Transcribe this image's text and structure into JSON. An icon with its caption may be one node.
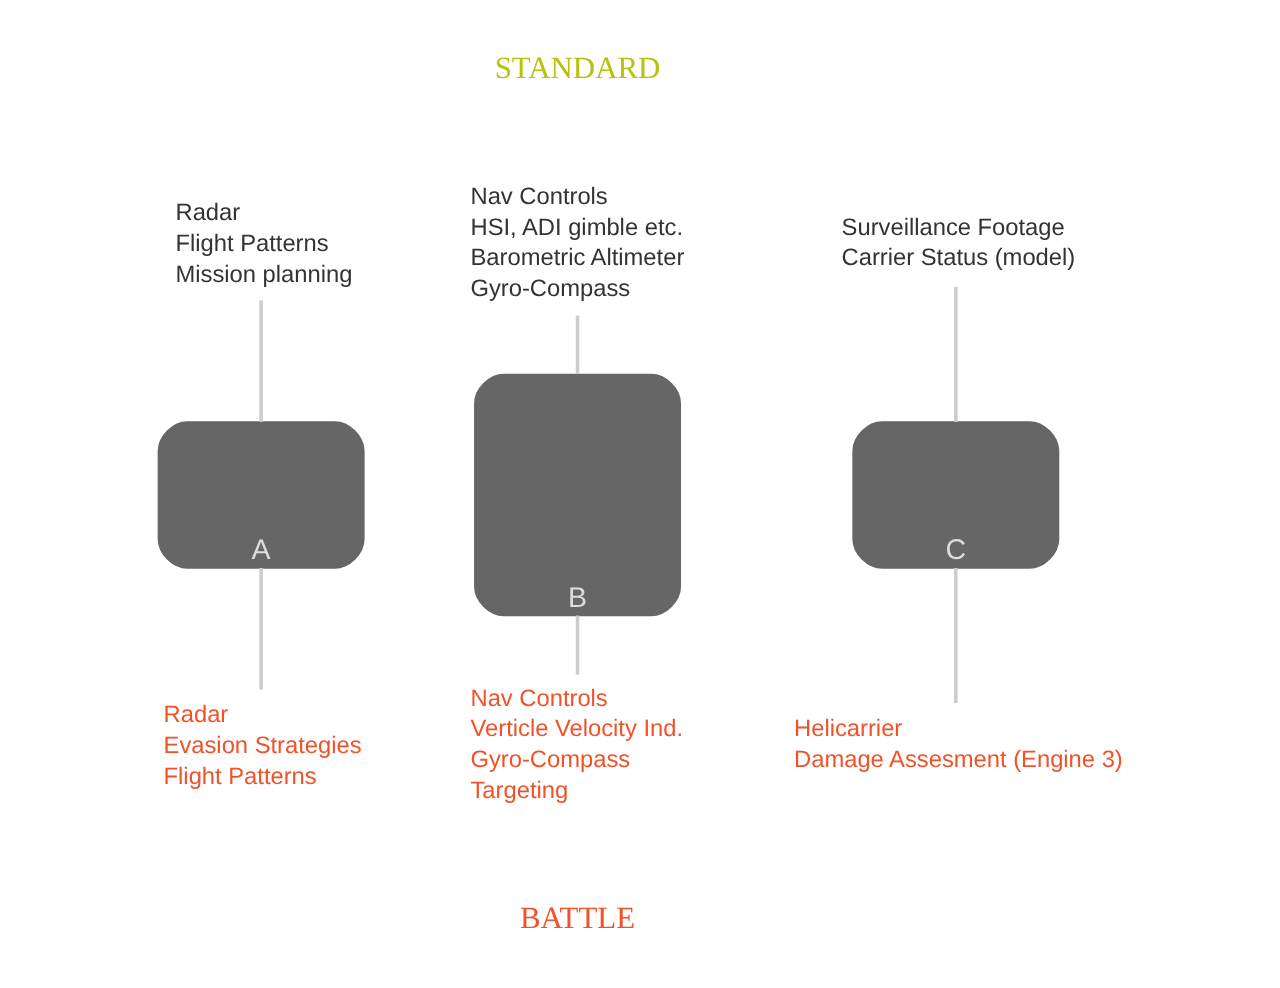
{
  "diagram": {
    "nodes": [
      {
        "text": [
          "Radar",
          "Flight Patterns",
          "Mission planning"
        ]
      },
      {
        "text": [
          "A"
        ]
      },
      {
        "text": [
          "Radar",
          "Evasion Strategies",
          "Flight Patterns"
        ]
      },
      {
        "text": [
          "Nav Controls",
          "HSI, ADI gimble etc.",
          "Barometric Altimeter",
          "Gyro-Compass"
        ]
      },
      {
        "text": [
          "B"
        ]
      },
      {
        "text": [
          "Nav Controls",
          "Verticle Velocity Ind.",
          "Gyro-Compass",
          "Targeting"
        ]
      },
      {
        "text": [
          "Surveillance Footage",
          "Carrier Status (model)"
        ]
      },
      {
        "text": [
          "C"
        ]
      },
      {
        "text": [
          "Helicarrier",
          "Damage Assesment (Engine 3)"
        ]
      }
    ],
    "edges": [
      {
        "from": 0,
        "to": 1,
        "arrow": "none"
      },
      {
        "from": 1,
        "to": 2,
        "arrow": "none"
      },
      {
        "from": 3,
        "to": 4,
        "arrow": "none"
      },
      {
        "from": 4,
        "to": 5,
        "arrow": "none"
      },
      {
        "from": 6,
        "to": 7,
        "arrow": "none"
      },
      {
        "from": 7,
        "to": 8,
        "arrow": "none"
      }
    ],
    "labels": [
      "STANDARD",
      "BATTLE"
    ]
  }
}
